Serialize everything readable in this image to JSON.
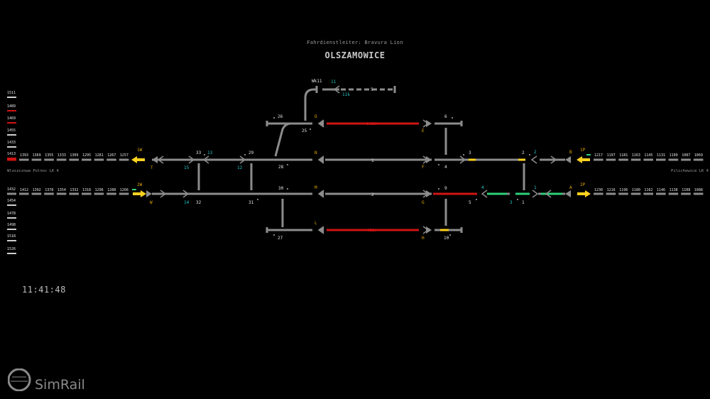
{
  "header": {
    "dispatcher": "Fahrdienstleiter: Bravura Lion",
    "station": "OLSZAMOWICE"
  },
  "clock": "11:41:48",
  "logo": {
    "text": "SimRail",
    "icon": "simrail-logo-icon"
  },
  "colors": {
    "background": "#000000",
    "track": "#8c8c8c",
    "occupied": "#d11414",
    "route_set": "#2ecf78",
    "approach": "#ffd21f",
    "signal_label": "#e0a800",
    "switch_label": "#27c6c6"
  },
  "side_panel": {
    "items": [
      {
        "label": "1511",
        "status": "free"
      },
      {
        "label": "1489",
        "status": "occupied"
      },
      {
        "label": "1469",
        "status": "occupied"
      },
      {
        "label": "1455",
        "status": "free"
      },
      {
        "label": "1433",
        "status": "free"
      },
      {
        "label": "1413",
        "status": "occupied"
      },
      {
        "label": "1432",
        "status": "free"
      },
      {
        "label": "1454",
        "status": "free"
      },
      {
        "label": "1478",
        "status": "free"
      },
      {
        "label": "1498",
        "status": "free"
      },
      {
        "label": "1518",
        "status": "free"
      },
      {
        "label": "1526",
        "status": "free"
      }
    ]
  },
  "directions": {
    "left": "Wloszczowa Polnoc LK 4",
    "right": "Pilichowice LK 4"
  },
  "block_sections": {
    "left_upper": [
      "1393",
      "1369",
      "1355",
      "1333",
      "1309",
      "1295",
      "1281",
      "1267",
      "1257"
    ],
    "left_lower": [
      "1412",
      "1392",
      "1378",
      "1354",
      "1332",
      "1318",
      "1296",
      "1288",
      "1266"
    ],
    "right_upper": [
      "1217",
      "1197",
      "1181",
      "1163",
      "1145",
      "1131",
      "1109",
      "1087",
      "1069"
    ],
    "right_lower": [
      "1230",
      "1216",
      "1196",
      "1180",
      "1162",
      "1146",
      "1138",
      "1108",
      "1088"
    ]
  },
  "block_signals": {
    "left_upper": "1W",
    "left_lower": "2W",
    "right_upper": "1P",
    "right_lower": "2P"
  },
  "signals": {
    "T": "T",
    "W": "W",
    "B": "B",
    "A": "A",
    "O": "O",
    "N": "N",
    "M": "M",
    "L": "L",
    "E": "E",
    "F": "F",
    "G": "G",
    "H": "H"
  },
  "tracks": {
    "t1": "1",
    "t2": "2",
    "t5": "5",
    "t1411": "1411t",
    "t411": "411t"
  },
  "switches": {
    "s13": "13",
    "s15": "15",
    "s12": "12",
    "s14": "14",
    "s11": "11",
    "s11k": "11k",
    "s4r": "4",
    "s3r": "3",
    "s2r": "2",
    "s1r": "1"
  },
  "labels_white": {
    "wk11": "Wk11",
    "n26": "26",
    "n25": "25",
    "n33": "33",
    "n29": "29",
    "n28": "28",
    "n30": "30",
    "n31": "31",
    "n32": "32",
    "n27": "27",
    "n6": "6",
    "n3": "3",
    "n2": "2",
    "n4": "4",
    "n9": "9",
    "n5": "5",
    "n1": "1",
    "n10": "10"
  }
}
